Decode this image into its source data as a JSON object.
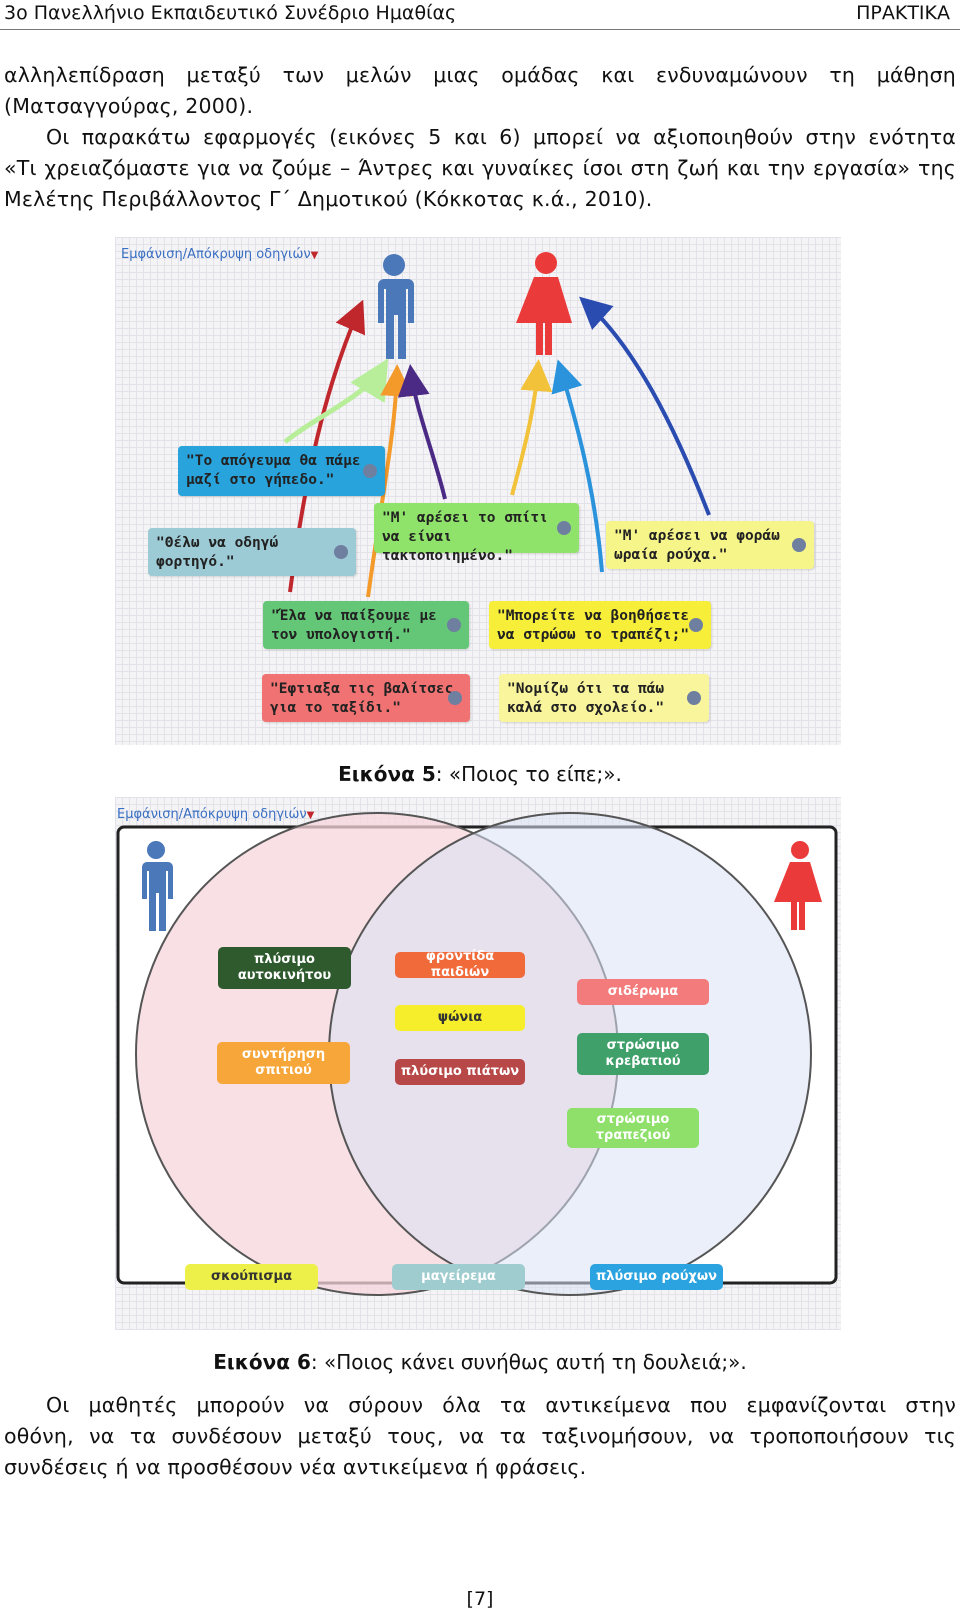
{
  "header": {
    "left": "3ο Πανελλήνιο Εκπαιδευτικό Συνέδριο Ημαθίας",
    "right": "ΠΡΑΚΤΙΚΑ"
  },
  "intro": {
    "line1": "αλληλεπίδραση μεταξύ των μελών μιας ομάδας και ενδυναμώνουν τη μάθηση",
    "line2": "(Ματσαγγούρας, 2000).",
    "line3": "Οι παρακάτω εφαρμογές (εικόνες 5 και 6) μπορεί να αξιοποιηθούν στην ενότητα",
    "line4": "«Τι χρειαζόμαστε για να ζούμε – Άντρες και γυναίκες ίσοι στη ζωή και την εργασία» της",
    "line5": "Μελέτης Περιβάλλοντος Γ΄ Δημοτικού (Κόκκοτας κ.ά., 2010)."
  },
  "figure5": {
    "toggle": "Εμφάνιση/Απόκρυψη οδηγιών",
    "notes": [
      {
        "text": "\"Το απόγευμα θα πάμε μαζί στο γήπεδο.\"",
        "color": "#29a3dc"
      },
      {
        "text": "\"Θέλω να οδηγώ φορτηγό.\"",
        "color": "#9ccbd6"
      },
      {
        "text": "\"Μ' αρέσει το σπίτι να είναι τακτοποιημένο.\"",
        "color": "#8fe36a"
      },
      {
        "text": "\"Μ' αρέσει να φοράω ωραία ρούχα.\"",
        "color": "#f6f58a"
      },
      {
        "text": "\"Έλα να παίξουμε με τον υπολογιστή.\"",
        "color": "#63c777"
      },
      {
        "text": "\"Μπορείτε να βοηθήσετε να στρώσω το τραπέζι;\"",
        "color": "#f7ee3a"
      },
      {
        "text": "\"Εφτιαξα τις βαλίτσες για το ταξίδι.\"",
        "color": "#f07272"
      },
      {
        "text": "\"Νομίζω ότι τα πάω καλά στο σχολείο.\"",
        "color": "#f8f59c"
      }
    ],
    "caption_label": "Εικόνα 5",
    "caption_text": ": «Ποιος το είπε;»."
  },
  "figure6": {
    "toggle": "Εμφάνιση/Απόκρυψη οδηγιών",
    "chips": [
      {
        "text": "πλύσιμο αυτοκινήτου",
        "color": "#2e5a2e",
        "fg": "#ffffff"
      },
      {
        "text": "συντήρηση σπιτιού",
        "color": "#f7a63a",
        "fg": "#ffffff"
      },
      {
        "text": "φροντίδα παιδιών",
        "color": "#f06a3a",
        "fg": "#ffffff"
      },
      {
        "text": "ψώνια",
        "color": "#f6ee2a",
        "fg": "#333333"
      },
      {
        "text": "πλύσιμο πιάτων",
        "color": "#b84848",
        "fg": "#ffffff"
      },
      {
        "text": "σιδέρωμα",
        "color": "#f37b7b",
        "fg": "#ffffff"
      },
      {
        "text": "στρώσιμο κρεβατιού",
        "color": "#3fa06a",
        "fg": "#ffffff"
      },
      {
        "text": "στρώσιμο τραπεζιού",
        "color": "#8ee06a",
        "fg": "#ffffff"
      },
      {
        "text": "σκούπισμα",
        "color": "#eef04a",
        "fg": "#333333"
      },
      {
        "text": "μαγείρεμα",
        "color": "#9fcccf",
        "fg": "#ffffff"
      },
      {
        "text": "πλύσιμο ρούχων",
        "color": "#2aa3e0",
        "fg": "#ffffff"
      }
    ],
    "caption_label": "Εικόνα 6",
    "caption_text": ": «Ποιος κάνει συνήθως αυτή τη δουλειά;»."
  },
  "outro": {
    "line1": "Οι μαθητές μπορούν να σύρουν όλα τα αντικείμενα που εμφανίζονται στην",
    "line2": "οθόνη, να τα συνδέσουν μεταξύ τους, να τα ταξινομήσουν, να τροποποιήσουν τις",
    "line3": "συνδέσεις ή να προσθέσουν νέα αντικείμενα ή φράσεις."
  },
  "footer": {
    "page": "[7]"
  }
}
